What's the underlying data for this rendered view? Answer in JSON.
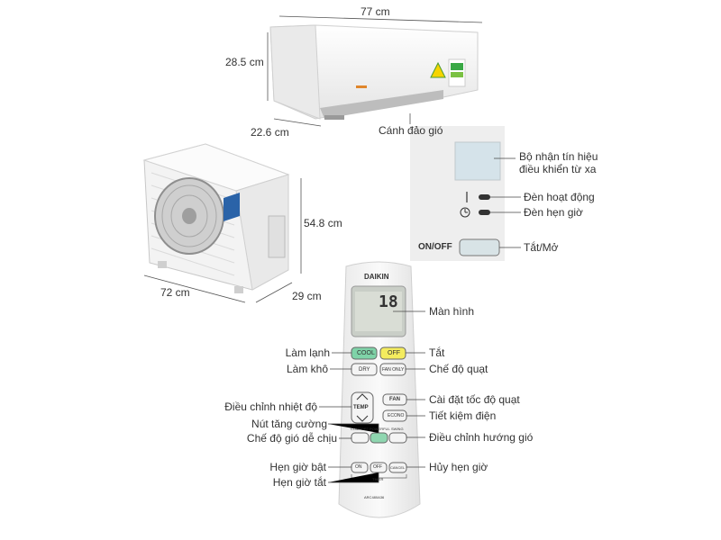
{
  "dimensions": {
    "indoor_width": "77 cm",
    "indoor_height": "28.5 cm",
    "indoor_depth": "22.6 cm",
    "outdoor_height": "54.8 cm",
    "outdoor_width": "72  cm",
    "outdoor_depth": "29 cm"
  },
  "indoor": {
    "louver_label": "Cánh đảo gió"
  },
  "panel": {
    "receiver_label": "Bộ nhận tín hiệu\nđiều khiển từ xa",
    "operation_lamp_label": "Đèn hoạt động",
    "timer_lamp_label": "Đèn hẹn giờ",
    "onoff_text": "ON/OFF",
    "onoff_label": "Tắt/Mở"
  },
  "remote": {
    "brand": "DAIKIN",
    "display_digits": "18",
    "model": "ARC480A36",
    "buttons": {
      "cool": "COOL",
      "off": "OFF",
      "dry": "DRY",
      "fan_only": "FAN ONLY",
      "temp": "TEMP",
      "fan": "FAN",
      "econo": "ECONO",
      "comfort": "COMFORT",
      "powerful": "POWERFUL",
      "swing": "SWING",
      "on": "ON",
      "timer_off": "OFF",
      "cancel": "CANCEL",
      "timer": "TIMER"
    },
    "labels": {
      "display": "Màn hình",
      "cool": "Làm lạnh",
      "off": "Tắt",
      "dry": "Làm khô",
      "fan_only": "Chế độ quạt",
      "temp": "Điều chỉnh nhiệt độ",
      "fan": "Cài đặt tốc độ quạt",
      "econo": "Tiết kiệm điện",
      "powerful": "Nút tăng cường",
      "comfort": "Chế độ gió dễ chịu",
      "swing": "Điều chỉnh hướng gió",
      "on_timer": "Hẹn giờ bật",
      "cancel": "Hủy hẹn giờ",
      "off_timer": "Hẹn giờ tắt"
    }
  },
  "colors": {
    "cool_button": "#7fd3a8",
    "off_button": "#f4ec5e",
    "line": "#444444",
    "unit_body": "#f1f1f1",
    "brand_blue": "#2a63a8"
  }
}
